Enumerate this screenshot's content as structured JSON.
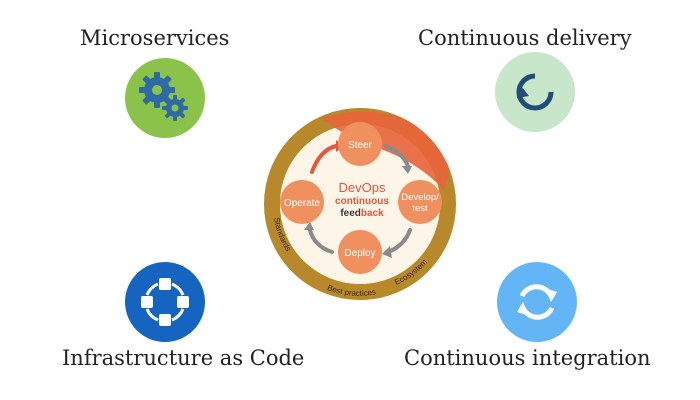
{
  "features": {
    "microservices": {
      "label": "Microservices",
      "icon": "gears-icon",
      "color": "#8bc34a"
    },
    "continuous_delivery": {
      "label": "Continuous delivery",
      "icon": "refresh-icon",
      "color": "#c8e6c9"
    },
    "infrastructure_as_code": {
      "label": "Infrastructure as Code",
      "icon": "network-icon",
      "color": "#1565c0"
    },
    "continuous_integration": {
      "label": "Continuous integration",
      "icon": "sync-icon",
      "color": "#64b5f6"
    }
  },
  "cycle": {
    "center_title": "DevOps",
    "center_line2": "continuous",
    "center_line3_a": "feed",
    "center_line3_b": "back",
    "stages": {
      "steer": "Steer",
      "develop_line1": "Develop/",
      "develop_line2": "test",
      "deploy": "Deploy",
      "operate": "Operate"
    },
    "ring_labels": {
      "standards": "Standards",
      "best_practices": "Best practices",
      "ecosystem": "Ecosystem"
    },
    "colors": {
      "ring": "#b8892a",
      "highlight": "#e8643a",
      "stage": "#f0905e",
      "arrow_red": "#e8553a",
      "arrow_gray": "#8a8a8a",
      "title_red": "#e8553a",
      "feedback_dark": "#3a3a3a"
    }
  }
}
